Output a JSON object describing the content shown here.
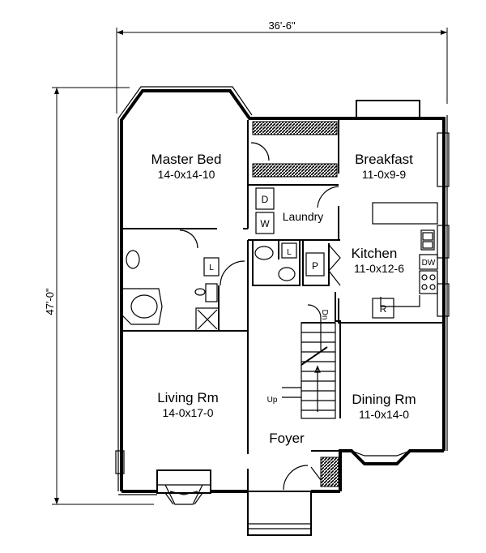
{
  "dimensions": {
    "width": "36'-6\"",
    "depth": "47'-0\""
  },
  "rooms": {
    "master_bed": {
      "name": "Master Bed",
      "size": "14-0x14-10"
    },
    "breakfast": {
      "name": "Breakfast",
      "size": "11-0x9-9"
    },
    "laundry": {
      "name": "Laundry"
    },
    "kitchen": {
      "name": "Kitchen",
      "size": "11-0x12-6"
    },
    "living": {
      "name": "Living Rm",
      "size": "14-0x17-0"
    },
    "dining": {
      "name": "Dining Rm",
      "size": "11-0x14-0"
    },
    "foyer": {
      "name": "Foyer"
    }
  },
  "fixtures": {
    "dryer": "D",
    "washer": "W",
    "linen_bath": "L",
    "linen_hall": "L",
    "pantry": "P",
    "dishwasher": "DW",
    "refrigerator": "R",
    "stair_up": "Up",
    "stair_down": "Dn"
  }
}
